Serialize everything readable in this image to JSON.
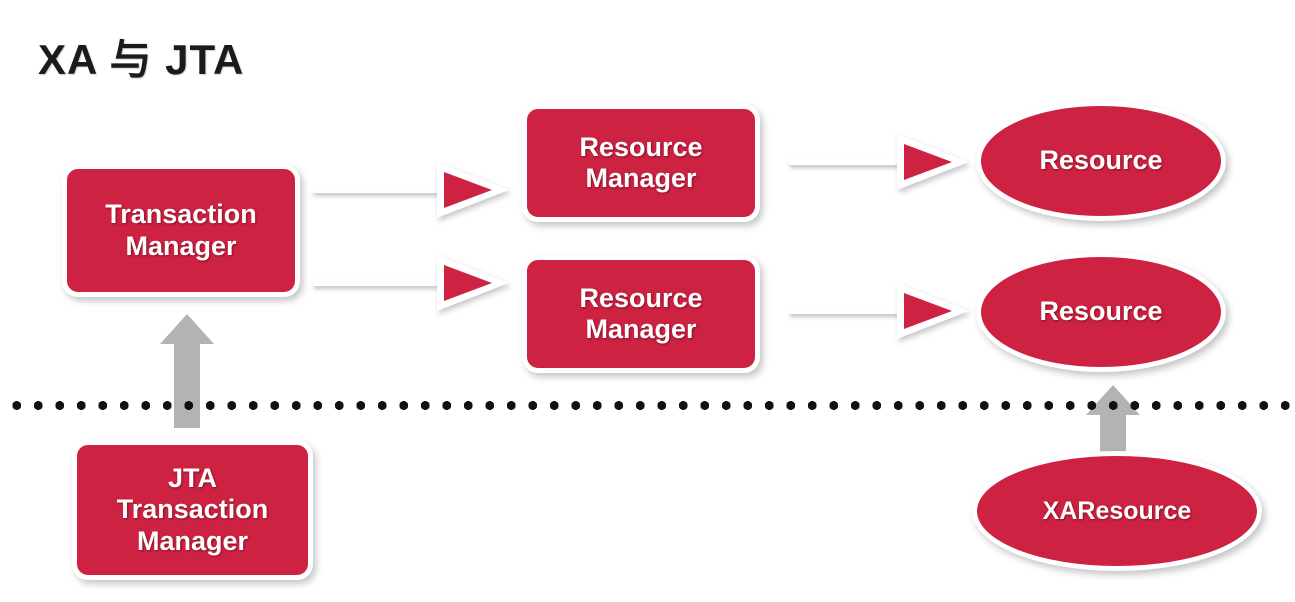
{
  "diagram": {
    "title": "XA 与 JTA",
    "colors": {
      "node_fill": "#ce2243",
      "node_text": "#ffffff",
      "node_border": "#ffffff",
      "gray_arrow": "#b3b3b3",
      "divider_dot": "#111111",
      "background": "#ffffff",
      "title_text": "#1b1b1b"
    },
    "nodes": [
      {
        "id": "transaction-manager",
        "label": "Transaction\nManager",
        "shape": "rounded-rect",
        "layer": "upper"
      },
      {
        "id": "resource-manager-1",
        "label": "Resource\nManager",
        "shape": "rounded-rect",
        "layer": "upper"
      },
      {
        "id": "resource-manager-2",
        "label": "Resource\nManager",
        "shape": "rounded-rect",
        "layer": "upper"
      },
      {
        "id": "resource-1",
        "label": "Resource",
        "shape": "ellipse",
        "layer": "upper"
      },
      {
        "id": "resource-2",
        "label": "Resource",
        "shape": "ellipse",
        "layer": "upper"
      },
      {
        "id": "jta-transaction-manager",
        "label": "JTA\nTransaction\nManager",
        "shape": "rounded-rect",
        "layer": "lower"
      },
      {
        "id": "xaresource",
        "label": "XAResource",
        "shape": "ellipse",
        "layer": "lower"
      }
    ],
    "edges": [
      {
        "id": "tm-to-rm1",
        "from": "transaction-manager",
        "to": "resource-manager-1",
        "style": "red-block-arrow",
        "direction": "right"
      },
      {
        "id": "tm-to-rm2",
        "from": "transaction-manager",
        "to": "resource-manager-2",
        "style": "red-block-arrow",
        "direction": "right"
      },
      {
        "id": "rm1-to-res1",
        "from": "resource-manager-1",
        "to": "resource-1",
        "style": "red-block-arrow",
        "direction": "right"
      },
      {
        "id": "rm2-to-res2",
        "from": "resource-manager-2",
        "to": "resource-2",
        "style": "red-block-arrow",
        "direction": "right"
      },
      {
        "id": "jtatm-to-tm",
        "from": "jta-transaction-manager",
        "to": "transaction-manager",
        "style": "gray-block-arrow",
        "direction": "up"
      },
      {
        "id": "xares-to-res2",
        "from": "xaresource",
        "to": "resource-2",
        "style": "gray-block-arrow",
        "direction": "up"
      }
    ],
    "divider": {
      "id": "layer-divider",
      "style": "dotted"
    }
  }
}
